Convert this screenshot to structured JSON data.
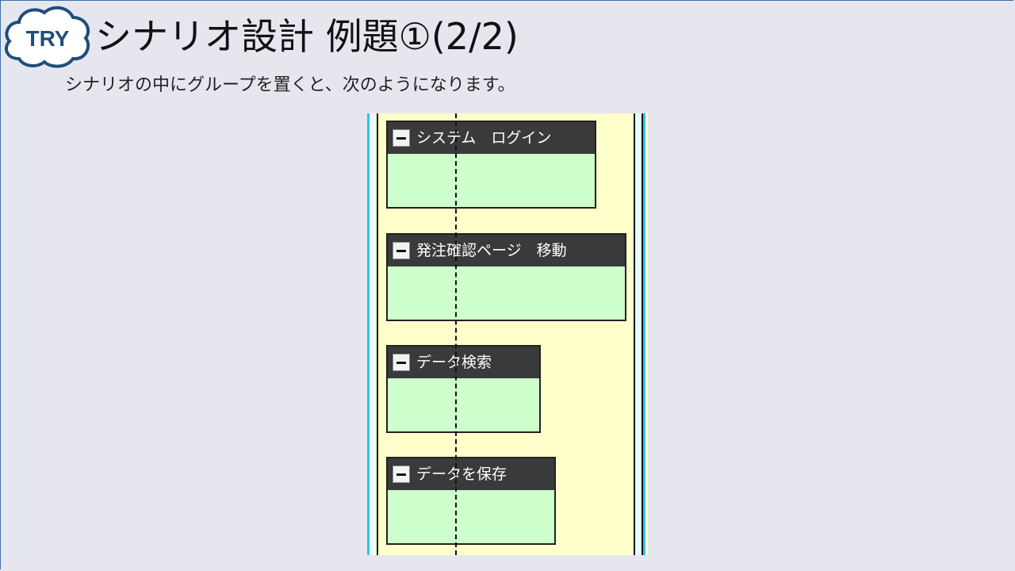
{
  "badge": {
    "text": "TRY",
    "color": "#1f4e79"
  },
  "title": "シナリオ設計 例題①(2/2)",
  "subtitle": "シナリオの中にグループを置くと、次のようになります。",
  "groups": [
    {
      "label": "システム　ログイン"
    },
    {
      "label": "発注確認ページ　移動"
    },
    {
      "label": "データ検索"
    },
    {
      "label": "データを保存"
    }
  ],
  "colors": {
    "background": "#e6e7ee",
    "scenario_fill": "#ffffcc",
    "group_fill": "#ccffcc",
    "group_header": "#3a3a3a",
    "rail_accent": "#2ec6e6"
  }
}
